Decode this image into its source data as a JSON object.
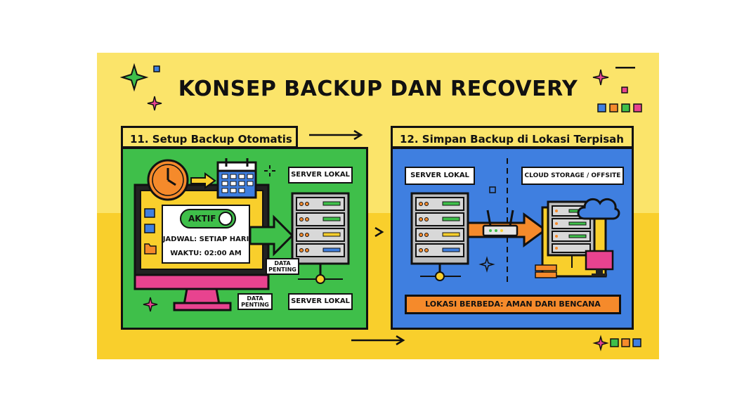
{
  "title": "KONSEP BACKUP DAN RECOVERY",
  "panel_left": {
    "heading": "11. Setup Backup Otomatis",
    "server_top": "SERVER LOKAL",
    "server_bottom": "SERVER LOKAL",
    "toggle_label": "AKTIF",
    "schedule": "JADWAL: SETIAP HARI",
    "time": "WAKTU: 02:00 AM",
    "data_tag_top": "DATA PENTING",
    "data_tag_bottom": "DATA PENTING"
  },
  "panel_right": {
    "heading": "12. Simpan Backup di Lokasi Terpisah",
    "server_label": "SERVER LOKAL",
    "cloud_label": "CLOUD STORAGE / OFFSITE",
    "banner": "LOKASI BERBEDA: AMAN DARI BENCANA"
  },
  "colors": {
    "poster_bg": "#fbe46a",
    "left_panel": "#3fbf4a",
    "right_panel": "#3f7fe0",
    "accent_orange": "#f58a2b",
    "monitor_pink": "#e8438f"
  },
  "icons": [
    "clock-icon",
    "calendar-icon",
    "monitor-icon",
    "server-rack-icon",
    "router-icon",
    "cloud-icon",
    "sparkle-icon",
    "arrow-icon"
  ]
}
